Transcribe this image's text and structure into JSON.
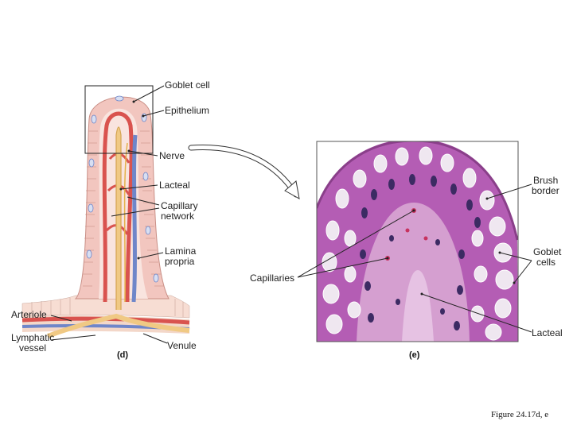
{
  "figure_caption": "Figure 24.17d, e",
  "panel_d": {
    "label": "(d)",
    "callouts": {
      "goblet_cell": "Goblet cell",
      "epithelium": "Epithelium",
      "nerve": "Nerve",
      "lacteal": "Lacteal",
      "capillary_network": [
        "Capillary",
        "network"
      ],
      "lamina_propria": [
        "Lamina",
        "propria"
      ],
      "arteriole": "Arteriole",
      "lymphatic_vessel": [
        "Lymphatic",
        "vessel"
      ],
      "venule": "Venule"
    }
  },
  "panel_e": {
    "label": "(e)",
    "callouts": {
      "brush_border": [
        "Brush",
        "border"
      ],
      "goblet_cells": [
        "Goblet",
        "cells"
      ],
      "capillaries": "Capillaries",
      "lacteal": "Lacteal"
    }
  },
  "colors": {
    "epithelium": "#f2c6bf",
    "artery": "#d9534f",
    "vein": "#6f86c9",
    "lacteal": "#f0c984",
    "tissue_purple": "#b45db4",
    "goblet_white": "#efe7f0",
    "nucleus": "#3c2b63"
  }
}
